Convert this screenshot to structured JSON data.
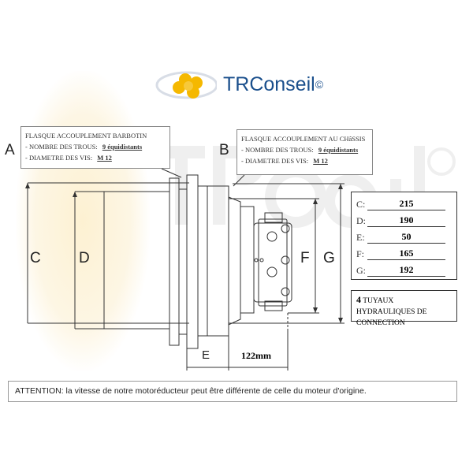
{
  "logo": {
    "text": "TRConseil",
    "mark": "©",
    "watermark": "TRConseil©"
  },
  "callout_a": {
    "letter": "A",
    "title": "FLASQUE ACCOUPLEMENT BARBOTIN",
    "holes_label": "- NOMBRE DES TROUS:",
    "holes_value": "9 équidistants",
    "screw_label": "- DIAMETRE DES VIS:",
    "screw_value": "M 12"
  },
  "callout_b": {
    "letter": "B",
    "title": "FLASQUE ACCOUPLEMENT AU CHâSSIS",
    "holes_label": "- NOMBRE DES TROUS:",
    "holes_value": "9 équidistants",
    "screw_label": "- DIAMETRE DES VIS:",
    "screw_value": "M 12"
  },
  "dimension_letters": {
    "c": "C",
    "d": "D",
    "e": "E",
    "f": "F",
    "g": "G"
  },
  "dimensions": [
    {
      "label": "C:",
      "value": "215"
    },
    {
      "label": "D:",
      "value": "190"
    },
    {
      "label": "E:",
      "value": "50"
    },
    {
      "label": "F:",
      "value": "165"
    },
    {
      "label": "G:",
      "value": "192"
    }
  ],
  "hoses_note": {
    "count": "4",
    "text": "TUYAUX HYDRAULIQUES DE CONNECTION"
  },
  "length_label": "122mm",
  "attention": "ATTENTION: la vitesse de notre motoréducteur peut être différente de celle du moteur d'origine.",
  "colors": {
    "logo_yellow": "#f5b800",
    "logo_blue": "#1a4f8c"
  }
}
